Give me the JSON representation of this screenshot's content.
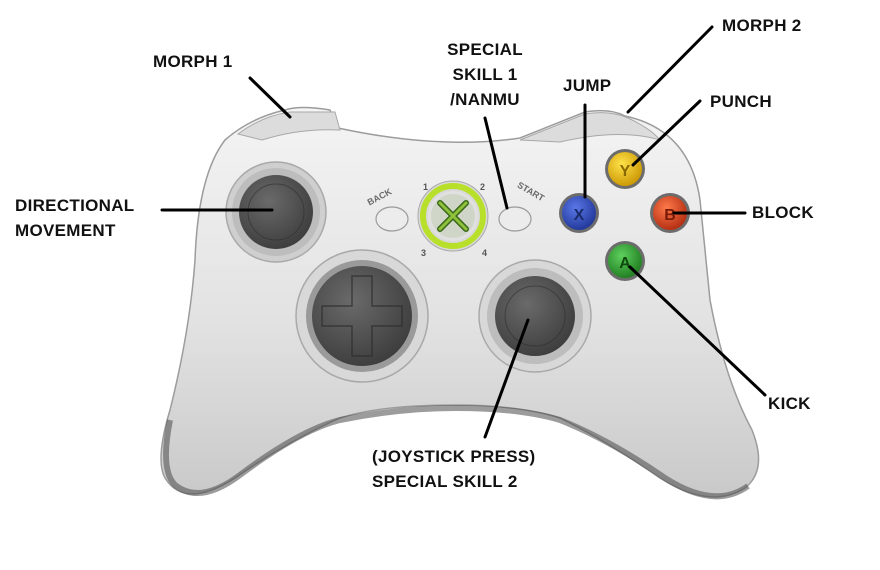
{
  "controller": {
    "face_labels": {
      "back": "BACK",
      "start": "START",
      "q1": "1",
      "q2": "2",
      "q3": "3",
      "q4": "4"
    },
    "buttons": {
      "x": "X",
      "y": "Y",
      "b": "B",
      "a": "A"
    },
    "colors": {
      "body": "#e6e6e6",
      "x_button": "#2a44b8",
      "y_button": "#e8b800",
      "b_button": "#d8401c",
      "a_button": "#2e9a2e",
      "guide_ring": "#b8e02a"
    }
  },
  "annotations": {
    "morph1": "MORPH 1",
    "special_skill_1": [
      "SPECIAL",
      "SKILL 1",
      "/NANMU"
    ],
    "jump": "JUMP",
    "morph2": "MORPH 2",
    "punch": "PUNCH",
    "directional": [
      "DIRECTIONAL",
      "MOVEMENT"
    ],
    "block": "BLOCK",
    "kick": "KICK",
    "special_skill_2": [
      "(JOYSTICK PRESS)",
      "SPECIAL SKILL 2"
    ]
  }
}
